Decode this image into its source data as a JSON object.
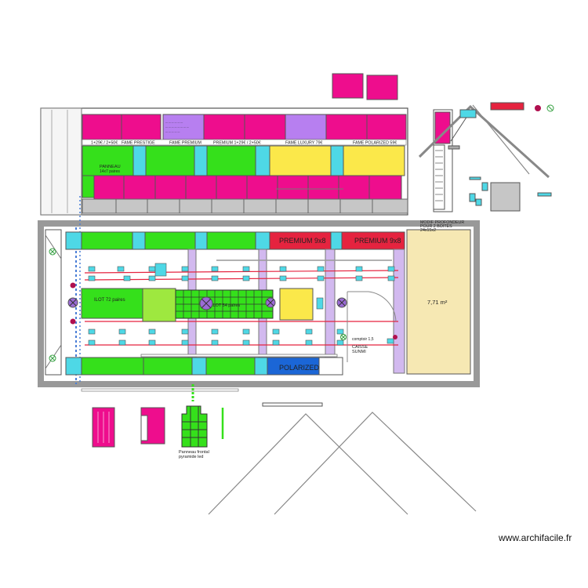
{
  "labels": {
    "price_1": "1+29€ / 2+50€",
    "fame_prestige": "FAME PRESTIGE",
    "fame_premium": "FAME PREMIUM",
    "premium_price": "PREMIUM 1+29€ / 2+50€",
    "fame_luxury": "FAME LUXURY 79€",
    "fame_polarized": "FAME POLARIZED 59€",
    "panneau_title": "PANNEAU",
    "panneau_sub": "14x7 paires",
    "premium_left": "PREMIUM 9x8",
    "premium_right": "PREMIUM 9x8",
    "ilot_72": "ILOT 72 paires",
    "ilot_54": "ILOT 54 paires",
    "polarized": "POLARIZED",
    "comptoir": "comptoir 1,5",
    "caisse": "CAISSE",
    "sunmi": "SUNMI",
    "modif_1": "MODIF PROFONDEUR",
    "modif_2": "POUR 2 BOITES",
    "modif_3": "24x15x2",
    "area": "7,71 m²",
    "panneau_frontal_1": "Panneau frontal",
    "panneau_frontal_2": "pyramide led",
    "watermark": "www.archifacile.fr"
  },
  "colors": {
    "magenta": "#ee0d8d",
    "green": "#35e01b",
    "cyan": "#4ed8e6",
    "yellow": "#fbe84a",
    "purple": "#b77ff0",
    "red": "#e5233f",
    "lavender": "#d2b9ef",
    "blue": "#1b66d6",
    "gray": "#bdbdbd",
    "sand": "#f6e8b3"
  }
}
